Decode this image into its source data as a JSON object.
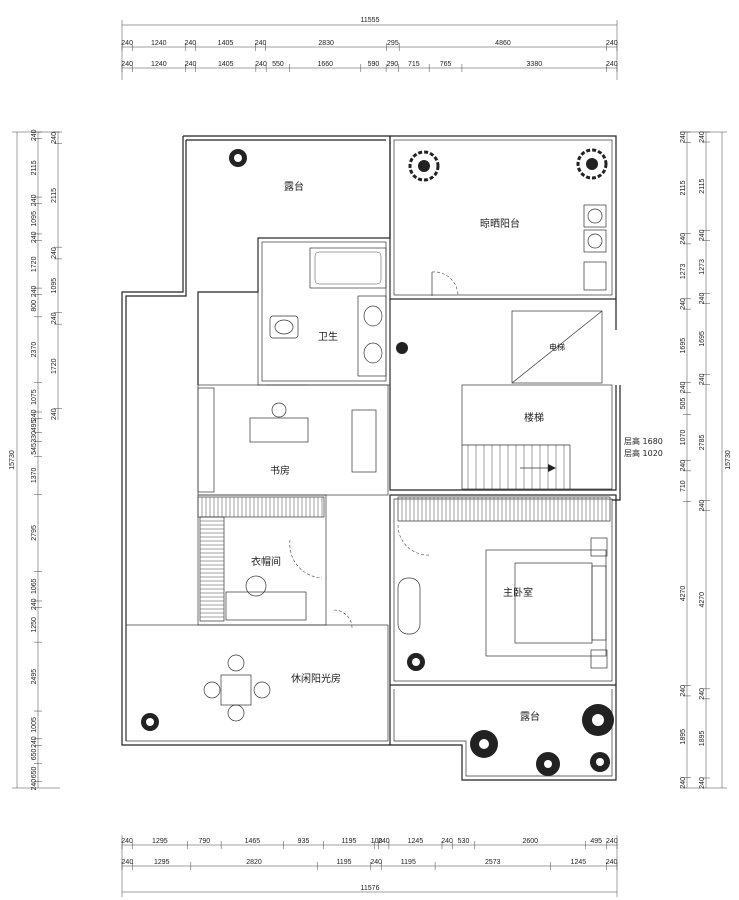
{
  "rooms": {
    "terrace_top": "露台",
    "laundry_balcony": "晾晒阳台",
    "bathroom": "卫生",
    "elevator": "电梯",
    "stairs": "楼梯",
    "study": "书房",
    "closet": "衣帽间",
    "master_bedroom": "主卧室",
    "sunroom": "休闲阳光房",
    "terrace_bottom": "露台"
  },
  "notes": {
    "stair_note_1": "层高 1680",
    "stair_note_2": "层高 1020"
  },
  "dims": {
    "top_total": "11555",
    "top_row1": [
      "240",
      "1240",
      "240",
      "1405",
      "240",
      "2830",
      "295",
      "4860",
      "240"
    ],
    "top_row2": [
      "240",
      "1240",
      "240",
      "1405",
      "240",
      "550",
      "1660",
      "590",
      "290",
      "715",
      "765",
      "3380",
      "240"
    ],
    "bottom_row1": [
      "240",
      "1295",
      "790",
      "1465",
      "935",
      "1195",
      "100",
      "240",
      "1245",
      "240",
      "530",
      "2600",
      "495",
      "240"
    ],
    "bottom_row2": [
      "240",
      "1295",
      "2820",
      "1195",
      "240",
      "1195",
      "2573",
      "1245",
      "240"
    ],
    "bottom_total": "11576",
    "left_total": "15730",
    "left_col1": [
      "240",
      "2115",
      "240",
      "1095",
      "240",
      "1720",
      "240",
      "800",
      "2370",
      "1075",
      "240",
      "495",
      "330",
      "545",
      "1370",
      "2795",
      "1065",
      "240",
      "1250",
      "2495",
      "1005",
      "240",
      "650",
      "650",
      "240"
    ],
    "left_col2": [
      "240",
      "2115",
      "240",
      "1095",
      "240",
      "1720",
      "240"
    ],
    "right_total": "15730",
    "right_col1": [
      "240",
      "2115",
      "240",
      "1273",
      "240",
      "1695",
      "240",
      "505",
      "1070",
      "240",
      "710",
      "4270",
      "240",
      "1895",
      "240"
    ],
    "right_col2": [
      "240",
      "2115",
      "240",
      "1273",
      "240",
      "1695",
      "240",
      "2785",
      "240",
      "4270",
      "240",
      "1895",
      "240"
    ]
  }
}
